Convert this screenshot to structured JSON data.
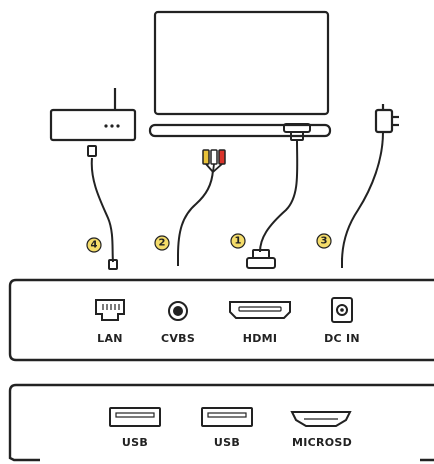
{
  "connection_badges": [
    {
      "number": "4",
      "color": "#f4dc6a"
    },
    {
      "number": "2",
      "color": "#f4dc6a"
    },
    {
      "number": "1",
      "color": "#f4dc6a"
    },
    {
      "number": "3",
      "color": "#f4dc6a"
    }
  ],
  "rear_panel_ports": {
    "lan": "LAN",
    "cvbs": "CVBS",
    "hdmi": "HDMI",
    "dc_in": "DC IN"
  },
  "side_panel_ports": {
    "usb_1": "USB",
    "usb_2": "USB",
    "microsd": "MICROSD"
  },
  "cable_colors": {
    "line": "#222222",
    "rca_yellow": "#e8c23a",
    "rca_white": "#ffffff",
    "rca_red": "#d9342b"
  },
  "devices": {
    "router": "router-icon",
    "tv": "tv-icon",
    "power_adapter": "power-adapter-icon"
  }
}
